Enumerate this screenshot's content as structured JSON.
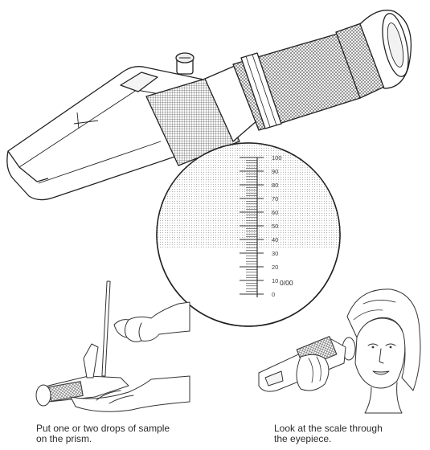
{
  "scale": {
    "ticks": [
      "100",
      "90",
      "80",
      "70",
      "60",
      "50",
      "40",
      "30",
      "20",
      "10",
      "0"
    ],
    "unit": "0/00"
  },
  "captions": {
    "step1": [
      "Put one or two drops of sample",
      "on the prism."
    ],
    "step2": [
      "Look at the scale through",
      "the eyepiece."
    ]
  }
}
